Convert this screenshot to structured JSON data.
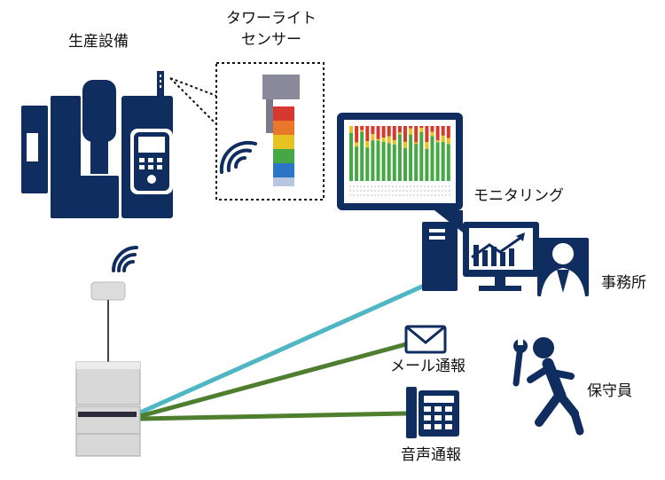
{
  "labels": {
    "equipment": "生産設備",
    "tower_sensor_line1": "タワーライト",
    "tower_sensor_line2": "センサー",
    "monitoring": "モニタリング",
    "office": "事務所",
    "mail_notify": "メール通報",
    "voice_notify": "音声通報",
    "maintenance": "保守員"
  },
  "colors": {
    "navy": "#0f2d5e",
    "line_cyan": "#4fb6c4",
    "line_green": "#4e7f2f",
    "bar_red": "#d63a2f",
    "bar_green": "#45a845",
    "bar_yellow": "#e6c322",
    "device_gray": "#dcdcdc"
  },
  "icons": [
    "machine-icon",
    "tower-light-icon",
    "wifi-icon",
    "monitor-icon",
    "computer-icon",
    "office-worker-icon",
    "mail-icon",
    "phone-icon",
    "runner-icon",
    "wrench-icon",
    "gateway-device-icon"
  ]
}
